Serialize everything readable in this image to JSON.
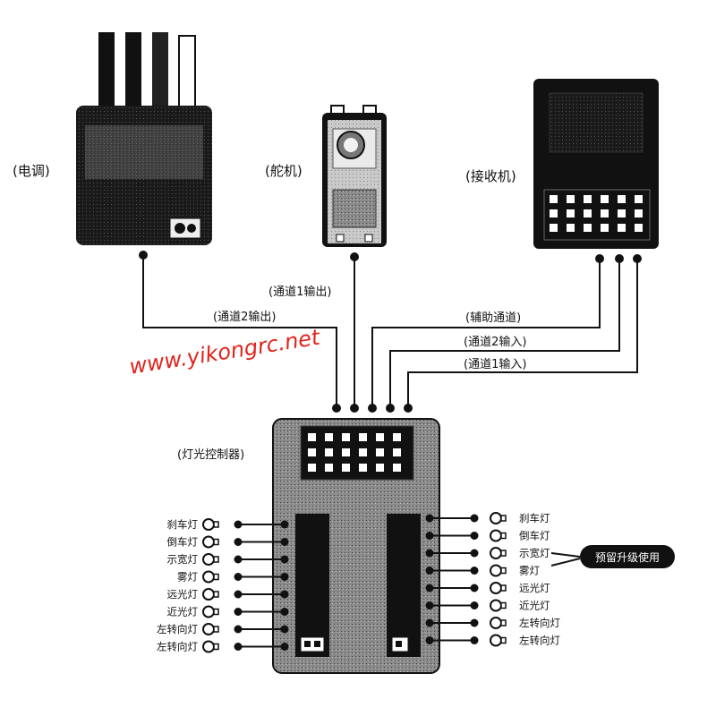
{
  "components": {
    "esc_label": "(电调)",
    "servo_label": "(舵机)",
    "receiver_label": "(接收机)",
    "controller_label": "(灯光控制器)"
  },
  "wires": {
    "ch1_out": "(通道1输出)",
    "ch2_out": "(通道2输出)",
    "aux": "(辅助通道)",
    "ch2_in": "(通道2输入)",
    "ch1_in": "(通道1输入)"
  },
  "watermark": "www.yikongrc.net",
  "left_lights": [
    "刹车灯",
    "倒车灯",
    "示宽灯",
    "雾灯",
    "远光灯",
    "近光灯",
    "左转向灯",
    "左转向灯"
  ],
  "right_lights": [
    "刹车灯",
    "倒车灯",
    "示宽灯",
    "雾灯",
    "远光灯",
    "近光灯",
    "左转向灯",
    "左转向灯"
  ],
  "reserved_note": "预留升级使用",
  "colors": {
    "ink": "#111111",
    "watermark": "#e0241d"
  }
}
